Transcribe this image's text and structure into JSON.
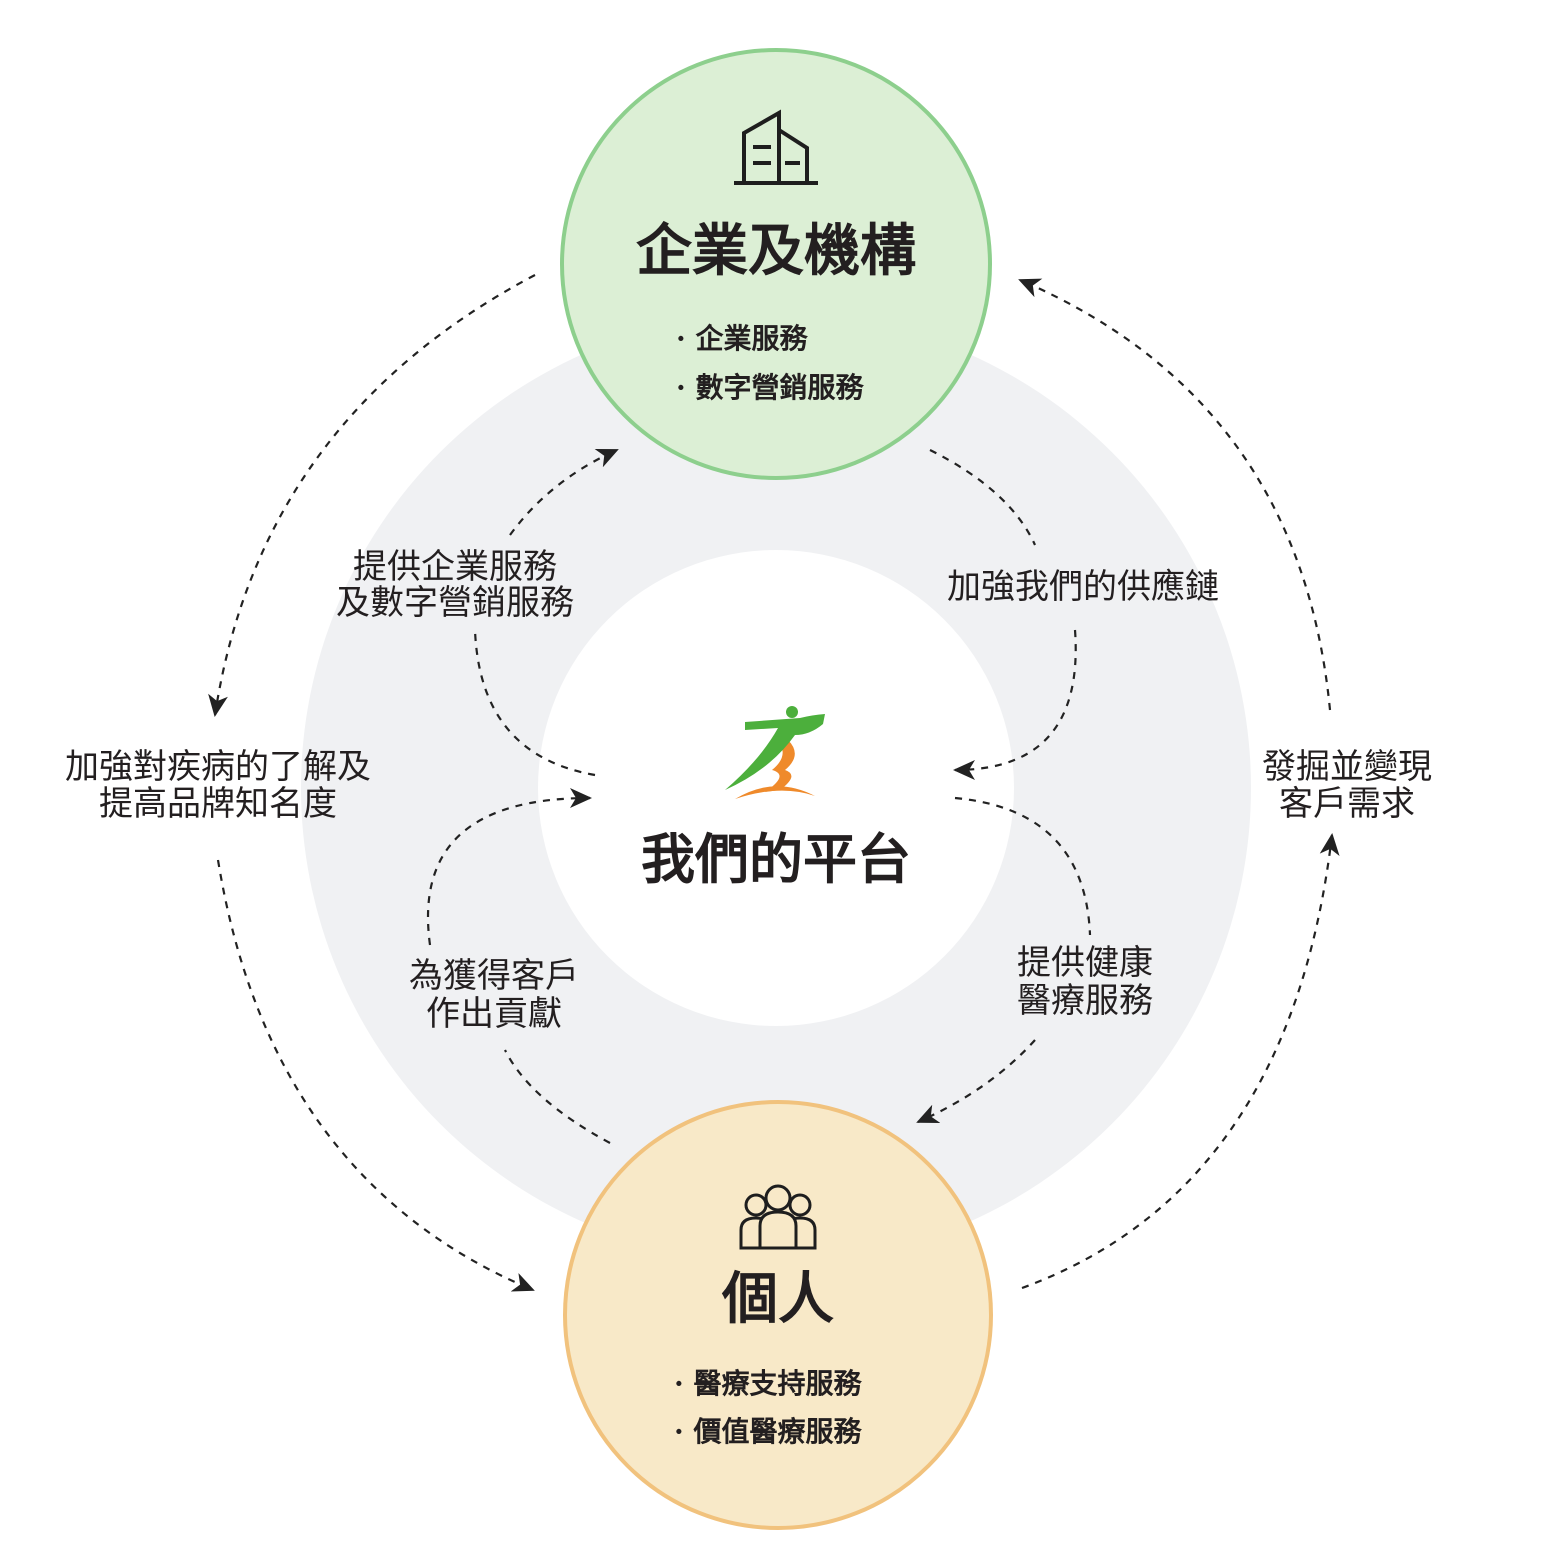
{
  "center": {
    "title": "我們的平台",
    "logo": "running-figure-logo"
  },
  "enterprise": {
    "title": "企業及機構",
    "icon": "building-icon",
    "items": [
      "· 企業服務",
      "· 數字營銷服務"
    ]
  },
  "individual": {
    "title": "個人",
    "icon": "people-icon",
    "items": [
      "· 醫療支持服務",
      "· 價值醫療服務"
    ]
  },
  "flows": {
    "platform_to_enterprise": [
      "提供企業服務",
      "及數字營銷服務"
    ],
    "enterprise_to_platform": [
      "加強我們的供應鏈"
    ],
    "platform_to_individual": [
      "提供健康",
      "醫療服務"
    ],
    "individual_to_platform": [
      "為獲得客戶",
      "作出貢獻"
    ],
    "enterprise_to_individual": [
      "加強對疾病的了解及",
      "提高品牌知名度"
    ],
    "individual_to_enterprise": [
      "發掘並變現",
      "客戶需求"
    ]
  },
  "colors": {
    "enterprise_fill": "#dcefd5",
    "enterprise_border": "#8dcf8d",
    "individual_fill": "#f8e9c8",
    "individual_border": "#f1c27d",
    "ring": "#f0f1f3",
    "logo_green": "#4caf3c",
    "logo_orange": "#ef8a2b"
  }
}
